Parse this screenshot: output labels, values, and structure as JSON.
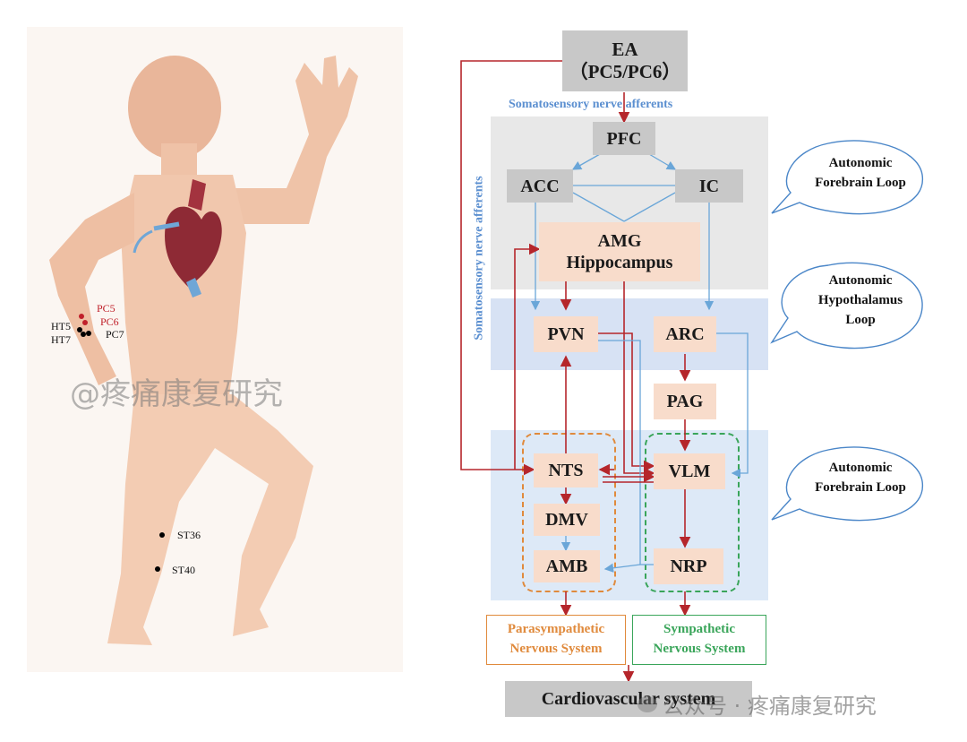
{
  "left_figure": {
    "points": {
      "pc5": "PC5",
      "pc6": "PC6",
      "ht5": "HT5",
      "ht7": "HT7",
      "pc7": "PC7",
      "st36": "ST36",
      "st40": "ST40"
    },
    "watermark": "@疼痛康复研究"
  },
  "diagram": {
    "ea_line1": "EA",
    "ea_line2": "（PC5/PC6）",
    "afferent_top": "Somatosensory nerve afferents",
    "afferent_side": "Somatosensory nerve afferents",
    "nodes": {
      "pfc": "PFC",
      "acc": "ACC",
      "ic": "IC",
      "amg_line1": "AMG",
      "amg_line2": "Hippocampus",
      "pvn": "PVN",
      "arc": "ARC",
      "pag": "PAG",
      "nts": "NTS",
      "vlm": "VLM",
      "dmv": "DMV",
      "amb": "AMB",
      "nrp": "NRP"
    },
    "bubbles": {
      "top_line1": "Autonomic",
      "top_line2": "Forebrain Loop",
      "mid_line1": "Autonomic",
      "mid_line2": "Hypothalamus",
      "mid_line3": "Loop",
      "bot_line1": "Autonomic",
      "bot_line2": "Forebrain Loop"
    },
    "outputs": {
      "para_line1": "Parasympathetic",
      "para_line2": "Nervous System",
      "symp_line1": "Sympathetic",
      "symp_line2": "Nervous System",
      "cardio": "Cardiovascular system"
    },
    "colors": {
      "red_arrow": "#b5262b",
      "blue_arrow": "#6aa6d8",
      "orange": "#e08a3c",
      "green": "#3aa55a",
      "afferent_text": "#5b8fd0"
    }
  },
  "footer_watermark": "公众号 · 疼痛康复研究"
}
